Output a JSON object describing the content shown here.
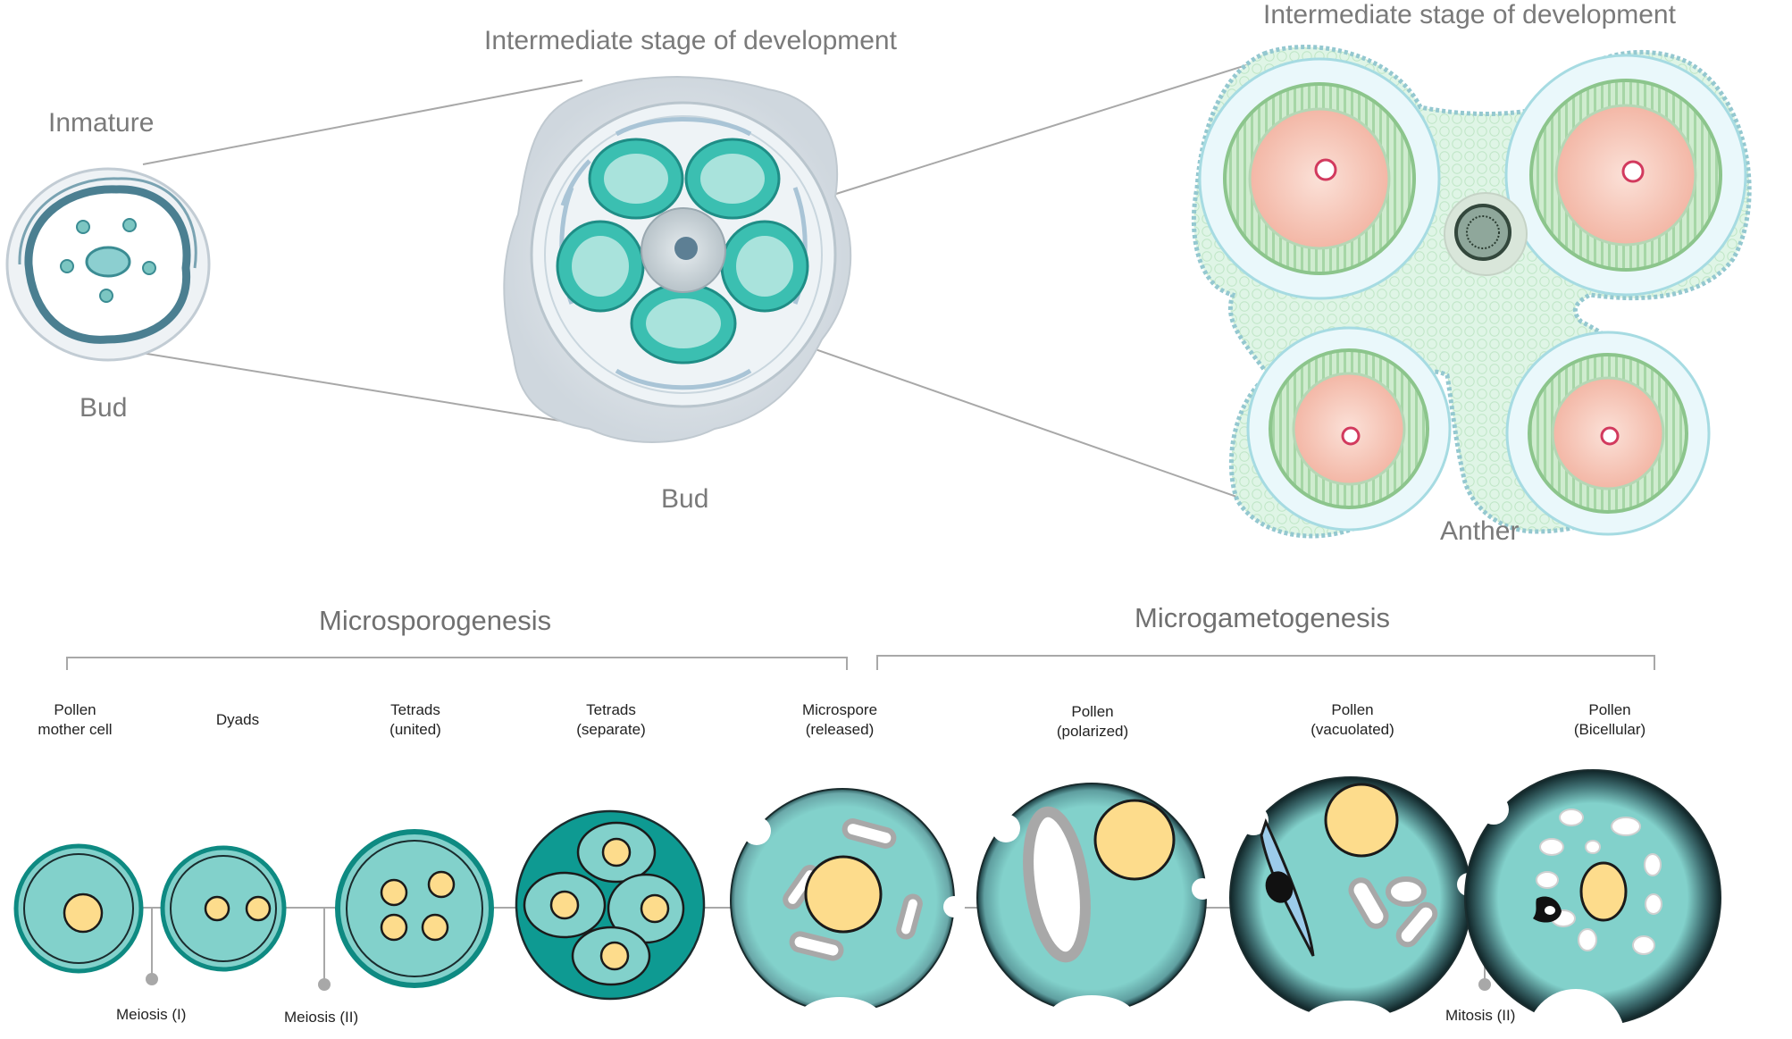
{
  "top": {
    "immature_label": "Inmature",
    "bud_left_label": "Bud",
    "intermediate_center_label": "Intermediate stage of development",
    "bud_center_label": "Bud",
    "intermediate_right_label": "Intermediate stage of development",
    "anther_label": "Anther"
  },
  "sections": {
    "microsporogenesis": "Microsporogenesis",
    "microgametogenesis": "Microgametogenesis"
  },
  "stages": [
    {
      "line1": "Pollen",
      "line2": "mother cell"
    },
    {
      "line1": "Dyads",
      "line2": ""
    },
    {
      "line1": "Tetrads",
      "line2": "(united)"
    },
    {
      "line1": "Tetrads",
      "line2": "(separate)"
    },
    {
      "line1": "Microspore",
      "line2": "(released)"
    },
    {
      "line1": "Pollen",
      "line2": "(polarized)"
    },
    {
      "line1": "Pollen",
      "line2": "(vacuolated)"
    },
    {
      "line1": "Pollen",
      "line2": "(Bicellular)"
    }
  ],
  "divisions": {
    "meiosis1": "Meiosis (I)",
    "meiosis2": "Meiosis (II)",
    "mitosis2": "Mitosis (II)"
  },
  "colors": {
    "teal": "#82d1cb",
    "teal_dark": "#0e9a92",
    "nucleus": "#fddc8c",
    "bud_teal": "#3bbfb1",
    "anther_pink": "#f6c3b5",
    "anther_green": "#a9d9a8",
    "connector": "#a8a8a8"
  }
}
